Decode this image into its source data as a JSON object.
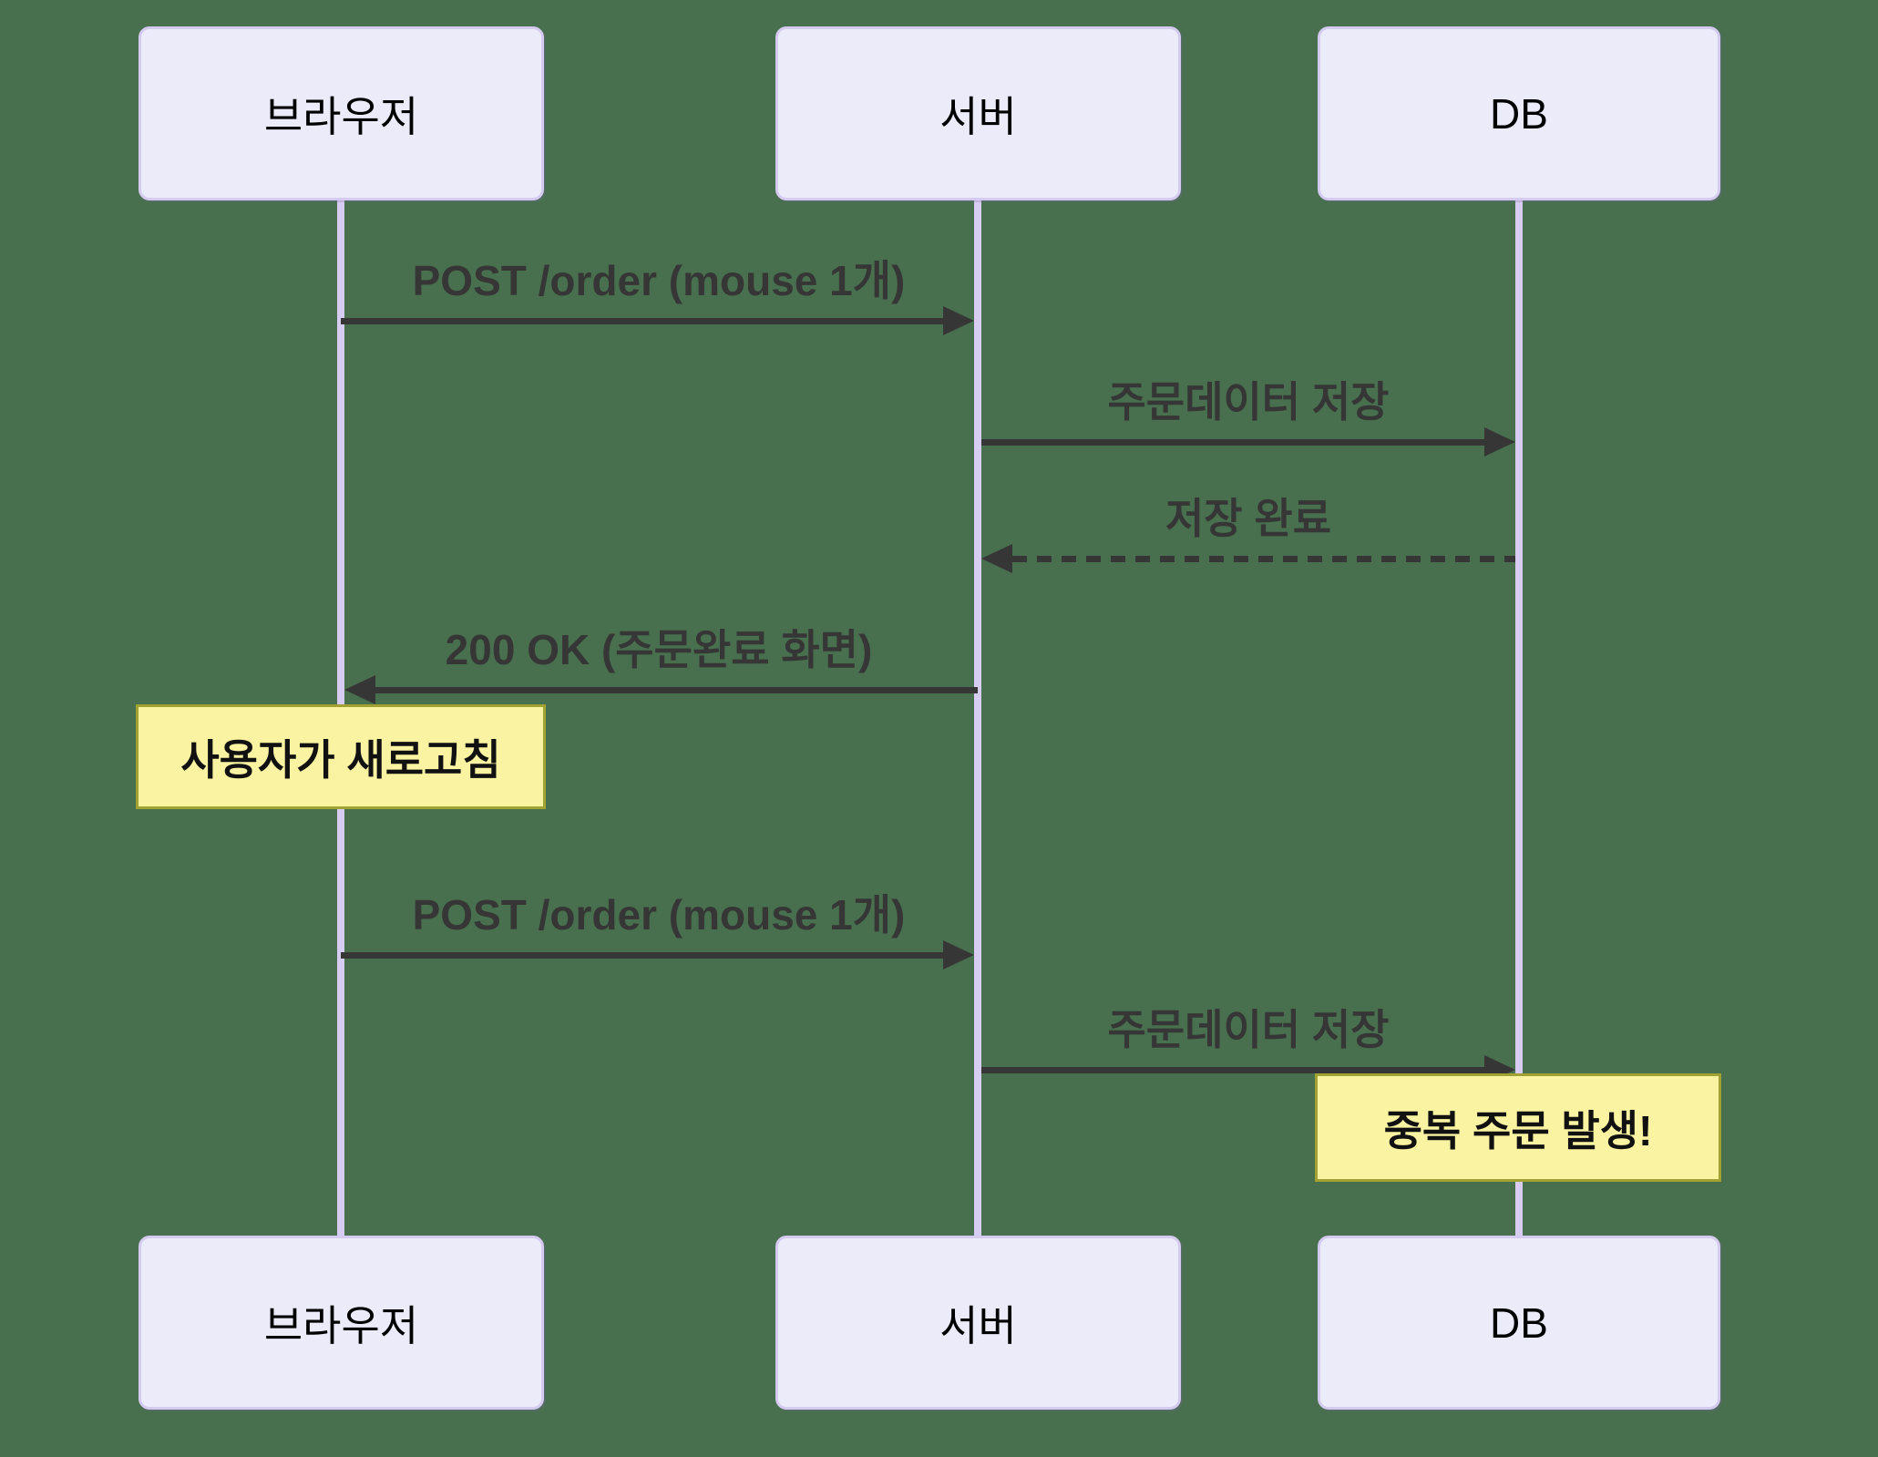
{
  "diagram_type": "sequence-diagram",
  "colors": {
    "background": "#48704E",
    "actor_fill": "#EBEBFA",
    "actor_border": "#D5CAEF",
    "lifeline": "#D7CDF2",
    "arrow_and_text": "#363636",
    "note_fill": "#FAF3A2",
    "note_border": "#A2A232"
  },
  "participants": [
    {
      "id": "browser",
      "label": "브라우저"
    },
    {
      "id": "server",
      "label": "서버"
    },
    {
      "id": "db",
      "label": "DB"
    }
  ],
  "messages": [
    {
      "from": "browser",
      "to": "server",
      "label": "POST /order (mouse 1개)",
      "line": "solid"
    },
    {
      "from": "server",
      "to": "db",
      "label": "주문데이터 저장",
      "line": "solid"
    },
    {
      "from": "db",
      "to": "server",
      "label": "저장 완료",
      "line": "dashed"
    },
    {
      "from": "server",
      "to": "browser",
      "label": "200 OK (주문완료 화면)",
      "line": "solid"
    },
    {
      "from": "browser",
      "to": "server",
      "label": "POST /order (mouse 1개)",
      "line": "solid"
    },
    {
      "from": "server",
      "to": "db",
      "label": "주문데이터 저장",
      "line": "solid"
    }
  ],
  "notes": [
    {
      "over": "browser",
      "label": "사용자가 새로고침"
    },
    {
      "over": "db",
      "label": "중복 주문 발생!"
    }
  ]
}
